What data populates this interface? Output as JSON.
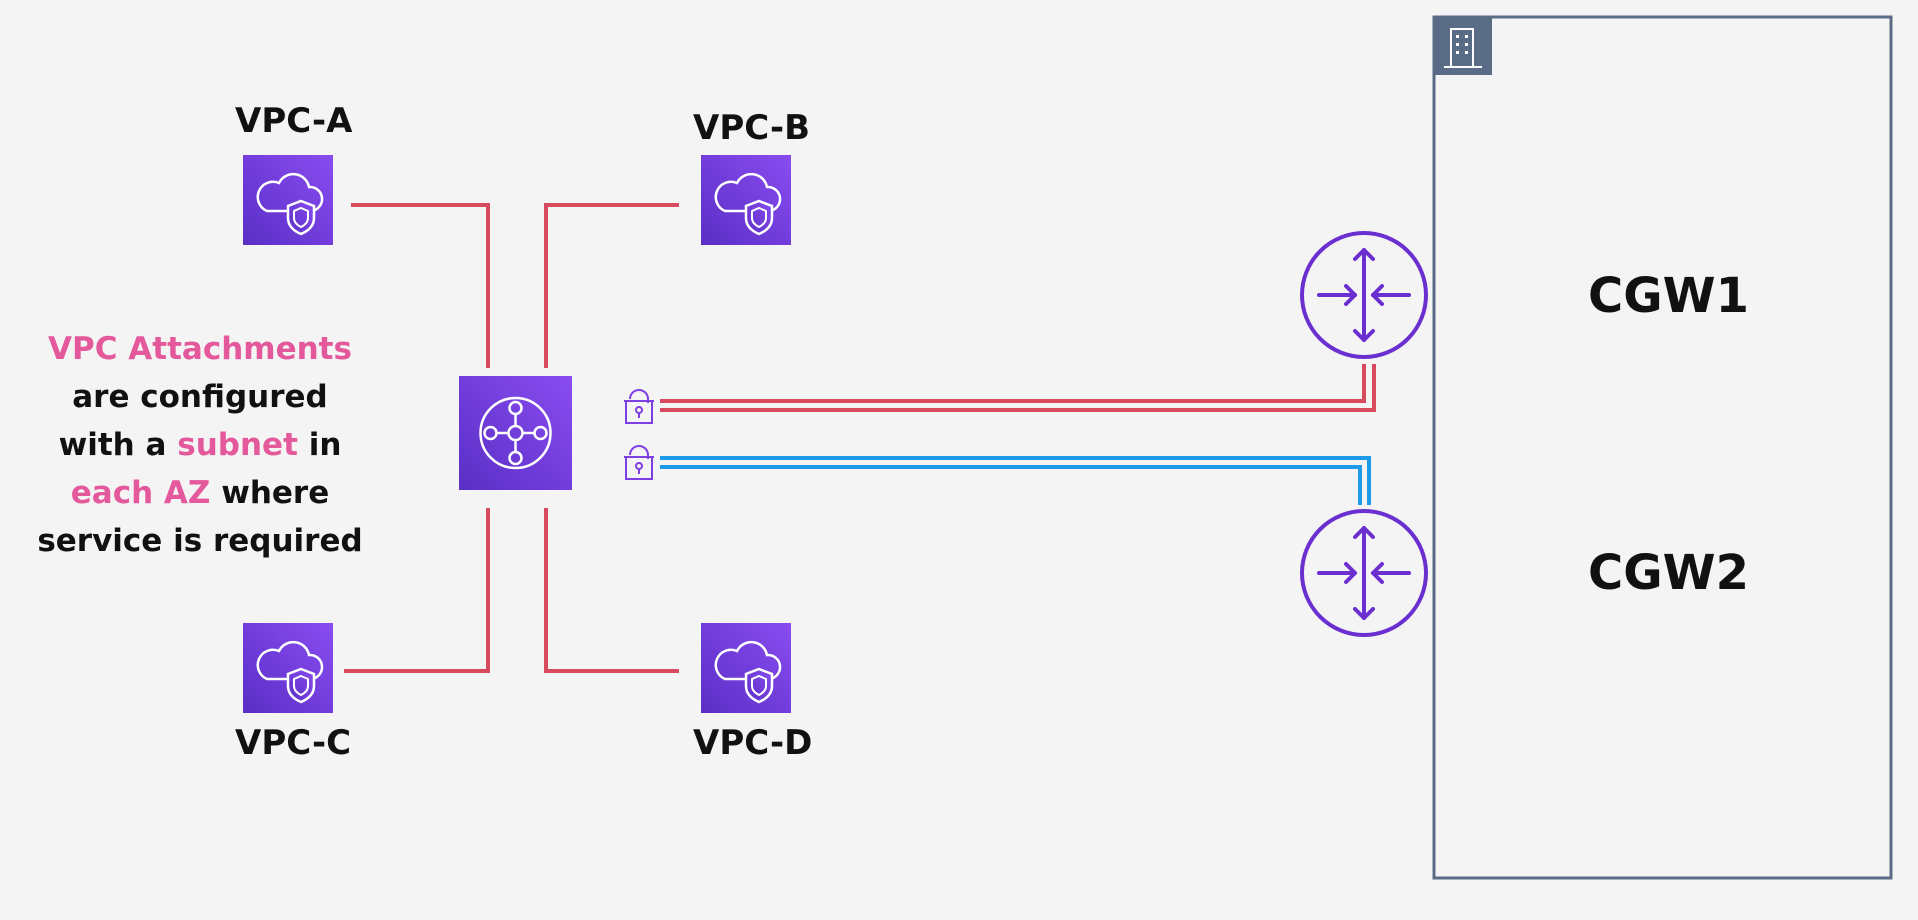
{
  "vpcs": {
    "a": {
      "label": "VPC-A",
      "icon": "vpc-icon"
    },
    "b": {
      "label": "VPC-B",
      "icon": "vpc-icon"
    },
    "c": {
      "label": "VPC-C",
      "icon": "vpc-icon"
    },
    "d": {
      "label": "VPC-D",
      "icon": "vpc-icon"
    }
  },
  "hub": {
    "icon": "transit-gateway-icon"
  },
  "vpn": {
    "icon": "vpn-connection-icon"
  },
  "premises": {
    "icon": "corporate-building-icon"
  },
  "gateways": {
    "cgw1": {
      "label": "CGW1",
      "icon": "router-icon"
    },
    "cgw2": {
      "label": "CGW2",
      "icon": "router-icon"
    }
  },
  "note": {
    "line1_highlight": "VPC Attachments",
    "line2": "are configured",
    "line3_pre": "with a",
    "line3_highlight": "subnet",
    "line3_post": "in",
    "line4_highlight": "each AZ",
    "line4_post": "where",
    "line5": "service is required"
  },
  "colors": {
    "vpc_purple": "#7b3fe4",
    "router_purple": "#6b2fd0",
    "line_red": "#d84a5e",
    "line_blue": "#1e9be8",
    "highlight_pink": "#e4589c",
    "premises_border": "#5a6b85"
  }
}
